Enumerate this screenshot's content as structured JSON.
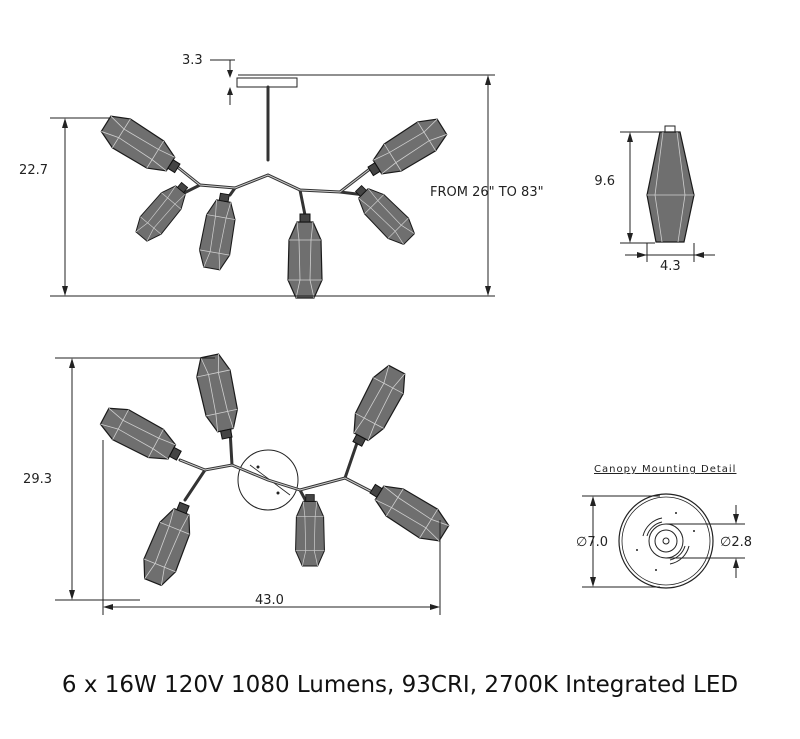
{
  "front_view": {
    "canopy_height": "3.3",
    "height": "22.7",
    "drop_range": "FROM 26\" TO 83\""
  },
  "side_view": {
    "shade_height": "9.6",
    "shade_width": "4.3"
  },
  "top_view": {
    "depth": "29.3",
    "width": "43.0"
  },
  "canopy_detail": {
    "title": "Canopy Mounting Detail",
    "outer_diameter": "∅7.0",
    "inner_diameter": "∅2.8"
  },
  "caption": "6 x 16W 120V 1080 Lumens, 93CRI, 2700K Integrated LED"
}
